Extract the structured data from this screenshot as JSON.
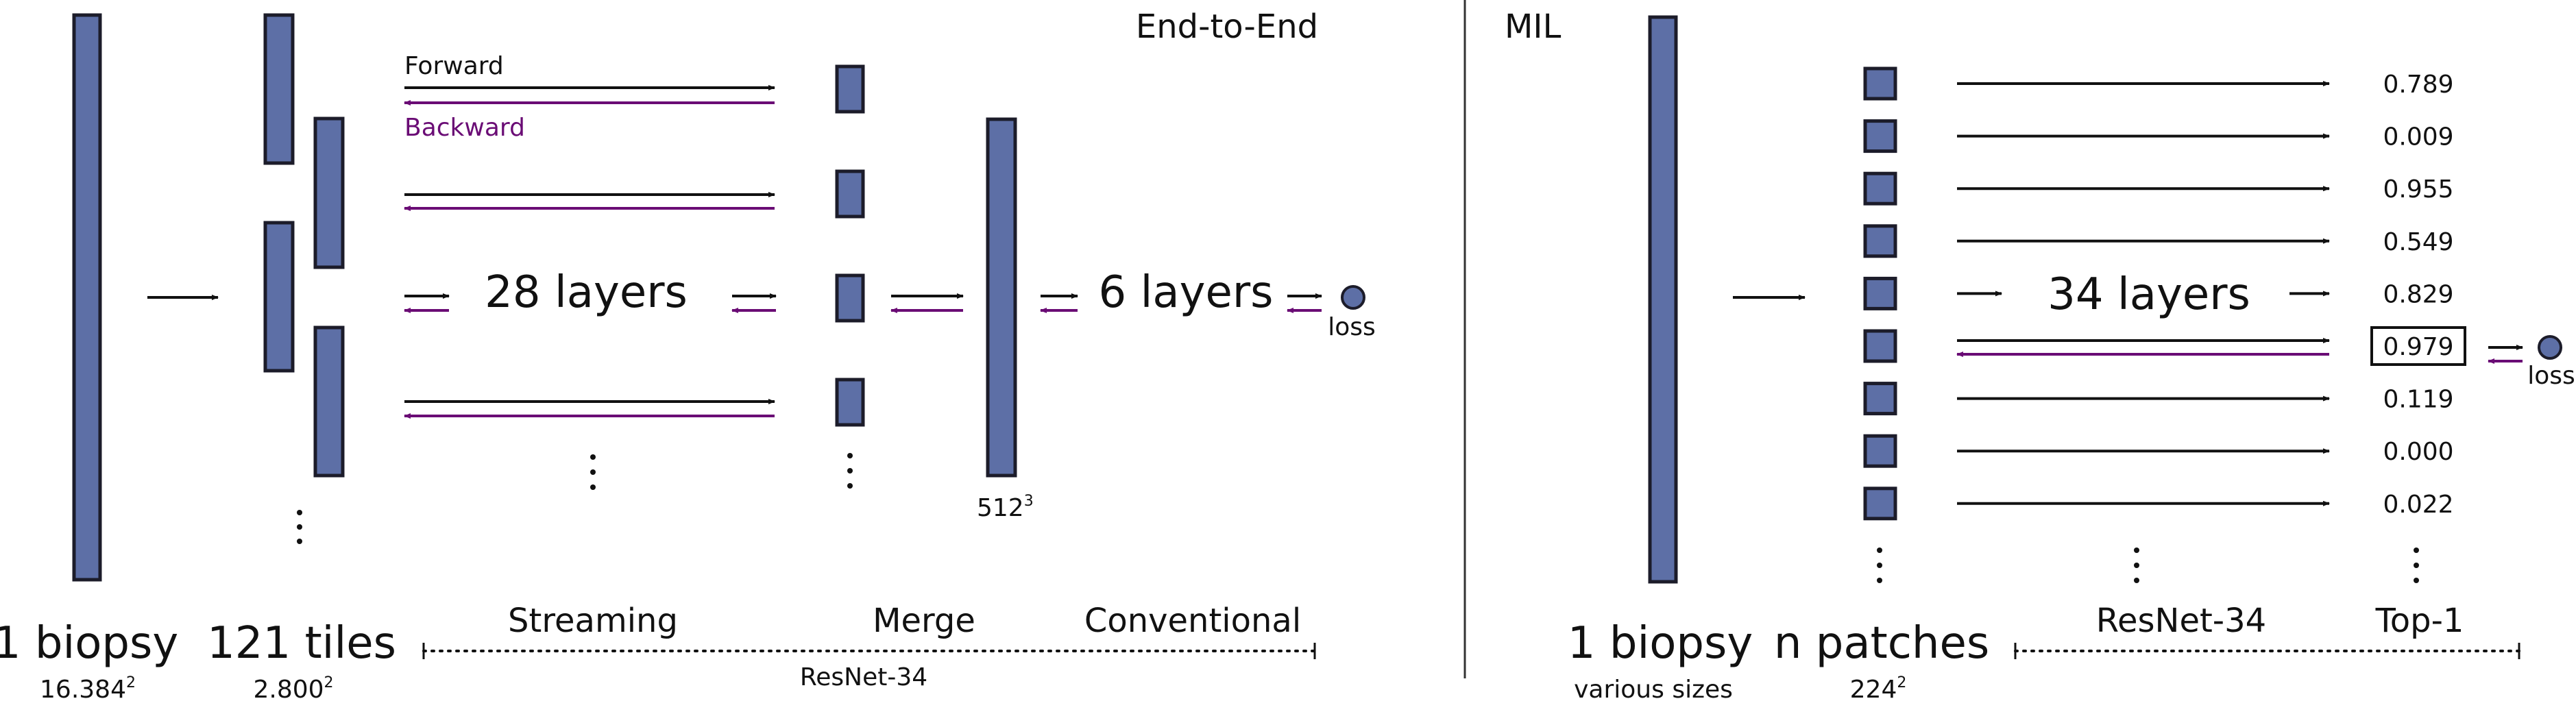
{
  "e2e": {
    "title": "End-to-End",
    "legend_forward": "Forward",
    "legend_backward": "Backward",
    "streaming_layers": "28 layers",
    "conv_layers": "6 layers",
    "loss": "loss",
    "biopsy": "1 biopsy",
    "biopsy_size": "16.384",
    "biopsy_exp": "2",
    "tiles": "121 tiles",
    "tiles_size": "2.800",
    "tiles_exp": "2",
    "merge_size": "512",
    "merge_exp": "3",
    "stage_streaming": "Streaming",
    "stage_merge": "Merge",
    "stage_conventional": "Conventional",
    "backbone": "ResNet-34"
  },
  "mil": {
    "title": "MIL",
    "layers": "34 layers",
    "loss": "loss",
    "biopsy": "1 biopsy",
    "biopsy_size": "various sizes",
    "patches": "n patches",
    "patches_size": "224",
    "patches_exp": "2",
    "stage_resnet": "ResNet-34",
    "stage_top": "Top-1",
    "scores": [
      "0.789",
      "0.009",
      "0.955",
      "0.549",
      "0.829",
      "0.979",
      "0.119",
      "0.000",
      "0.022"
    ],
    "top_index": 5
  },
  "colors": {
    "block_fill": "#5d6fa6",
    "forward": "#111111",
    "backward": "#6a0c75"
  }
}
